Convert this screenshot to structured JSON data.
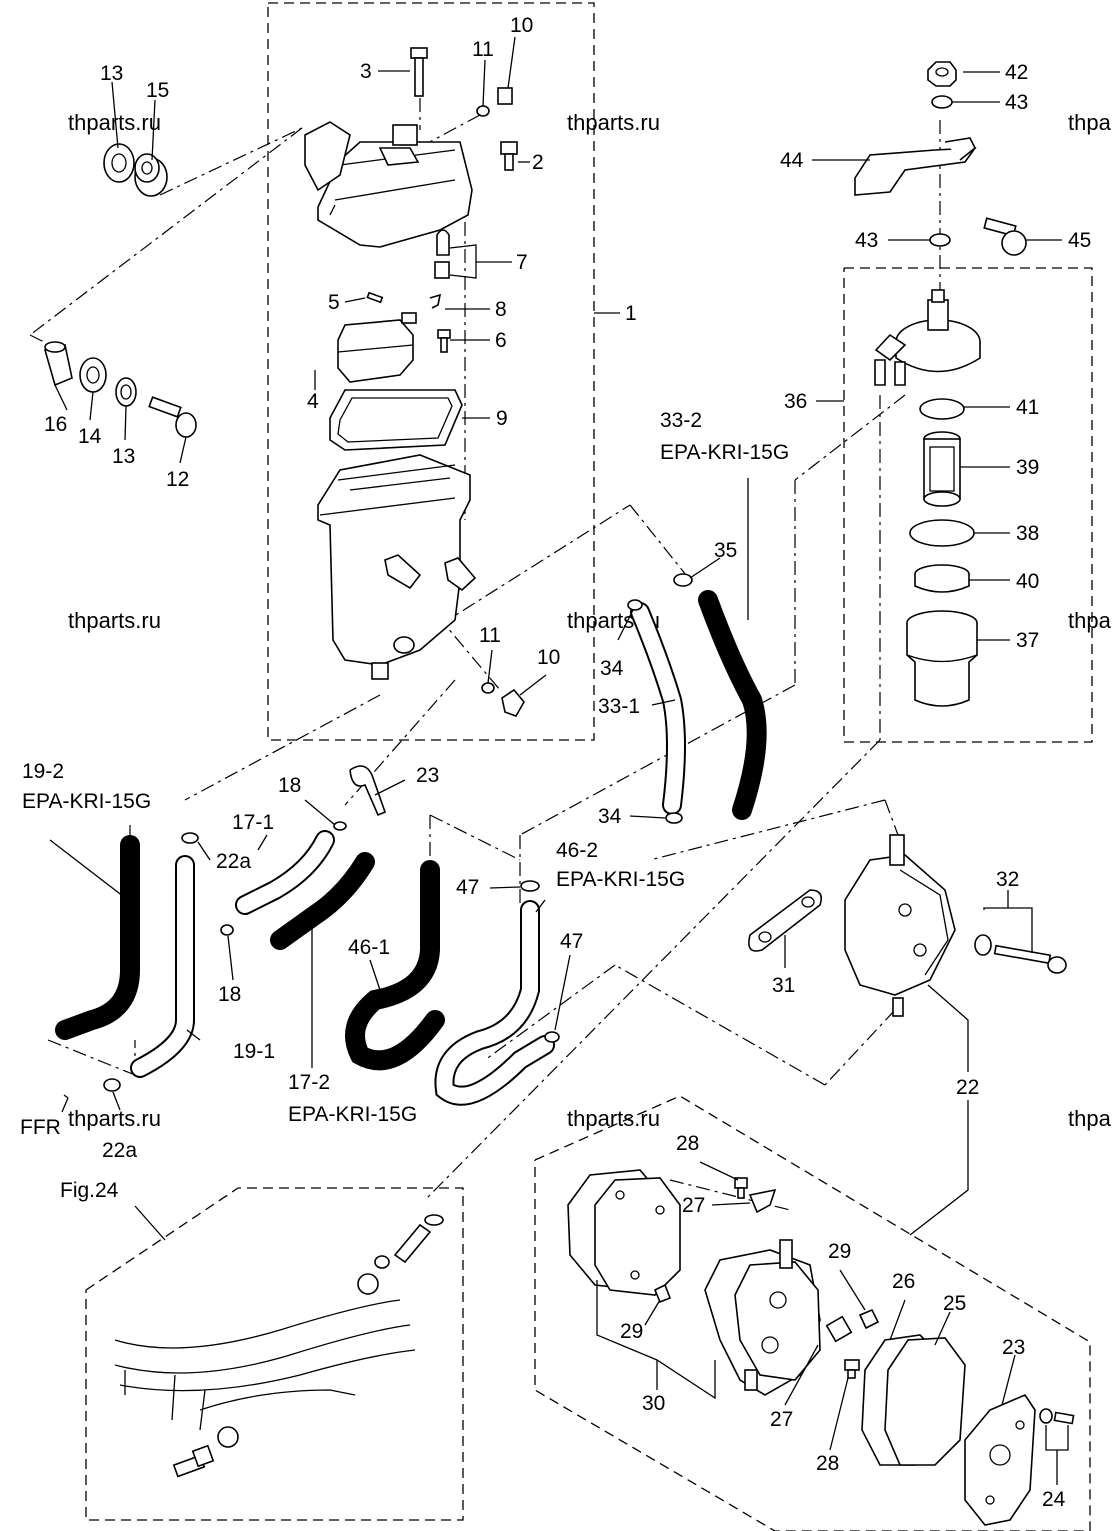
{
  "watermark": "thparts.ru",
  "labels": {
    "p1": "1",
    "p2": "2",
    "p3": "3",
    "p4": "4",
    "p5": "5",
    "p6": "6",
    "p7": "7",
    "p8": "8",
    "p9": "9",
    "p10a": "10",
    "p10b": "10",
    "p11a": "11",
    "p11b": "11",
    "p12": "12",
    "p13a": "13",
    "p13b": "13",
    "p14": "14",
    "p15": "15",
    "p16": "16",
    "p17_1": "17-1",
    "p17_2": "17-2",
    "p18a": "18",
    "p18b": "18",
    "p19_1": "19-1",
    "p19_2": "19-2",
    "p22": "22",
    "p22a_1": "22a",
    "p22a_2": "22a",
    "p23a": "23",
    "p23b": "23",
    "p24": "24",
    "p25": "25",
    "p26": "26",
    "p27a": "27",
    "p27b": "27",
    "p28a": "28",
    "p28b": "28",
    "p29a": "29",
    "p29b": "29",
    "p30": "30",
    "p31": "31",
    "p32": "32",
    "p33_1": "33-1",
    "p33_2": "33-2",
    "p34a": "34",
    "p34b": "34",
    "p35": "35",
    "p36": "36",
    "p37": "37",
    "p38": "38",
    "p39": "39",
    "p40": "40",
    "p41": "41",
    "p42": "42",
    "p43a": "43",
    "p43b": "43",
    "p44": "44",
    "p45": "45",
    "p46_1": "46-1",
    "p46_2": "46-2",
    "p47a": "47",
    "p47b": "47"
  },
  "hose_codes": {
    "h33_2": "EPA-KRI-15G",
    "h19_2": "EPA-KRI-15G",
    "h46_2": "EPA-KRI-15G",
    "h17_2": "EPA-KRI-15G"
  },
  "notes": {
    "fig_ref": "Fig.24",
    "fwd": "FFR"
  }
}
